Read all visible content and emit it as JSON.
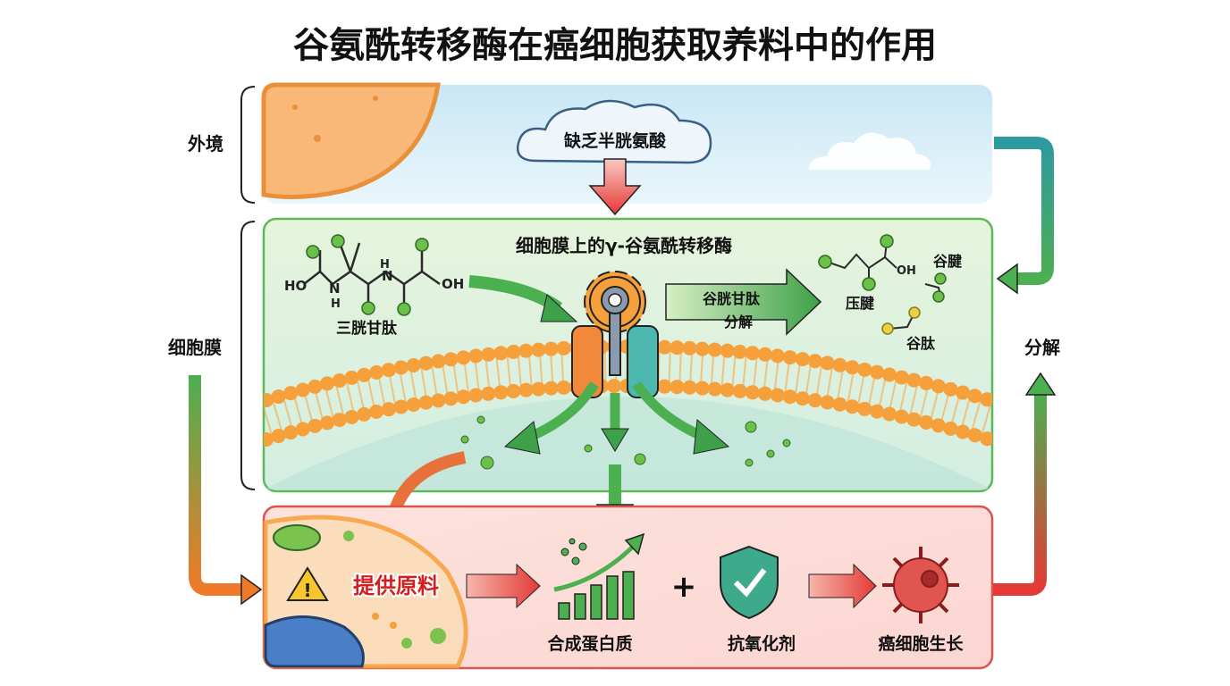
{
  "title": "谷氨酰转移酶在癌细胞获取养料中的作用",
  "side_labels": {
    "environment": "外境",
    "membrane": "细胞膜",
    "decompose": "分解"
  },
  "environment": {
    "cloud_text": "缺乏半胱氨酸"
  },
  "membrane_panel": {
    "title": "细胞膜上的γ-谷氨酰转移酶",
    "tripeptide": "三胱甘肽",
    "molecule_labels": {
      "ho_left": "HO",
      "nh": "N",
      "h1": "H",
      "h2": "H",
      "n2": "N",
      "oh_right": "OH",
      "oh_product": "OH"
    },
    "arrow_label": "谷胱甘肽",
    "arrow_sublabel": "分解",
    "products": [
      "谷腱",
      "压腱",
      "谷肽"
    ]
  },
  "cell_panel": {
    "supply": "提供原料",
    "protein": "合成蛋白质",
    "plus": "+",
    "antioxidant": "抗氧化剂",
    "growth": "癌细胞生长"
  },
  "colors": {
    "green": "#4caf50",
    "red": "#e53935",
    "orange": "#f5a03a",
    "teal": "#2e9aa0"
  }
}
